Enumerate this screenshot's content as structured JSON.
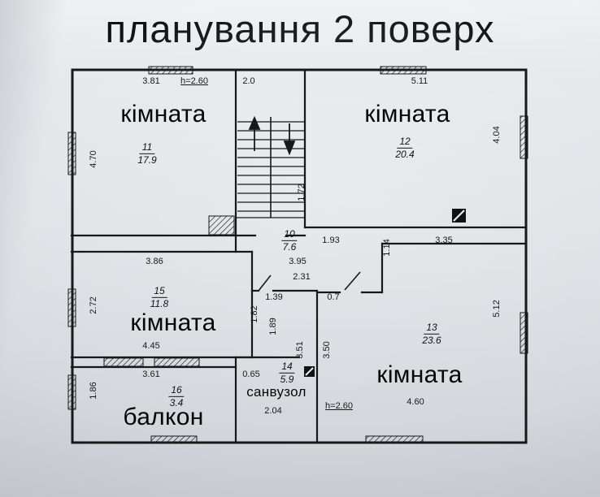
{
  "title": "планування 2 поверх",
  "rooms": {
    "r11": {
      "label": "кімната",
      "number": "11",
      "area": "17.9"
    },
    "r12": {
      "label": "кімната",
      "number": "12",
      "area": "20.4"
    },
    "r10": {
      "number": "10",
      "area": "7.6"
    },
    "r13": {
      "label": "кімната",
      "number": "13",
      "area": "23.6"
    },
    "r14": {
      "label": "санвузол",
      "number": "14",
      "area": "5.9"
    },
    "r15": {
      "label": "кімната",
      "number": "15",
      "area": "11.8"
    },
    "r16": {
      "label": "балкон",
      "number": "16",
      "area": "3.4"
    }
  },
  "dims": {
    "d381": "3.81",
    "h260a": "h=2.60",
    "d20": "2.0",
    "d511": "5.11",
    "d470": "4.70",
    "d404": "4.04",
    "d172": "1.72",
    "d193": "1.93",
    "d114": "1.14",
    "d335": "3.35",
    "d386": "3.86",
    "d395": "3.95",
    "d231": "2.31",
    "d272": "2.72",
    "d139": "1.39",
    "d07": "0.7",
    "d182": "1.82",
    "d189": "1.89",
    "d512": "5.12",
    "d445": "4.45",
    "d361": "3.61",
    "d186": "1.86",
    "d065": "0.65",
    "d351": "3.51",
    "d350": "3.50",
    "d204": "2.04",
    "h260b": "h=2.60",
    "d460": "4.60"
  },
  "colors": {
    "ink": "#17181a"
  }
}
